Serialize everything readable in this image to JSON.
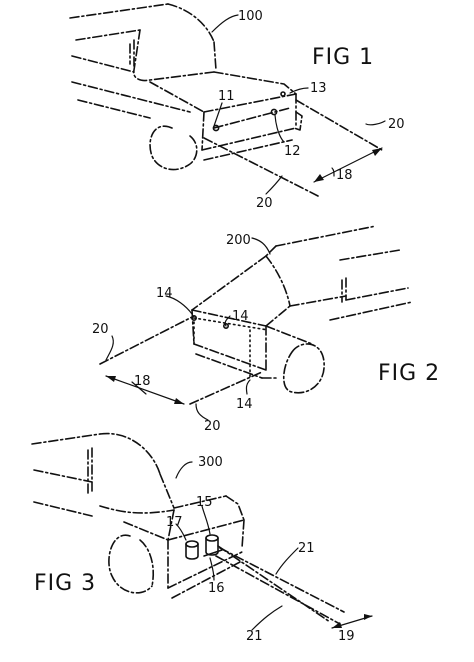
{
  "figures": [
    {
      "label": "FIG 1",
      "refs": {
        "vehicle": "100",
        "emitter": "11",
        "detector": "12",
        "bumper": "13",
        "zone_width": "18",
        "zone_edge_right": "20",
        "zone_edge_left": "20"
      }
    },
    {
      "label": "FIG 2",
      "refs": {
        "vehicle": "200",
        "sensor_top_left": "14",
        "sensor_top_right": "14",
        "sensor_bottom": "14",
        "zone_width": "18",
        "zone_edge_left": "20",
        "zone_edge_bottom": "20"
      }
    },
    {
      "label": "FIG 3",
      "refs": {
        "vehicle": "300",
        "unit_left": "17",
        "unit_right": "15",
        "unit_base": "16",
        "beam_upper": "21",
        "beam_lower": "21",
        "beam_angle": "19"
      }
    }
  ]
}
